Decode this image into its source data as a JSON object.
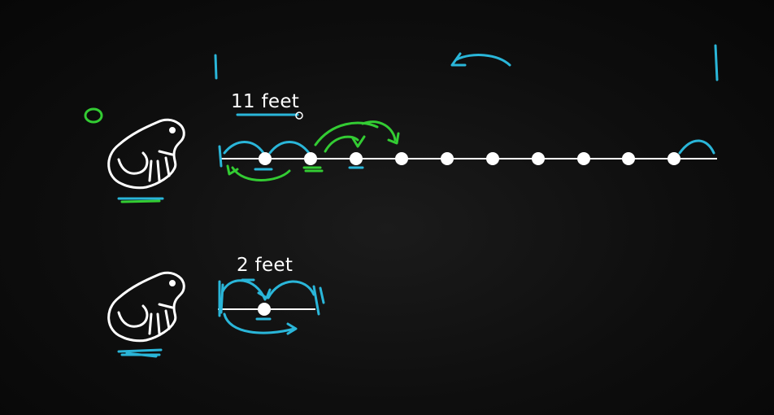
{
  "labels": {
    "top_distance": "11 feet",
    "bottom_distance": "2 feet"
  },
  "colors": {
    "background": "#0b0b0b",
    "chalk_white": "#ffffff",
    "blue_ink": "#2ab6d9",
    "green_ink": "#33cc33"
  },
  "icons": {
    "frog": "frog-icon",
    "undo": "undo-arrow-icon"
  },
  "top_line": {
    "distance_feet": 11,
    "dot_count": 10
  },
  "bottom_line": {
    "distance_feet": 2,
    "dot_count": 1
  }
}
